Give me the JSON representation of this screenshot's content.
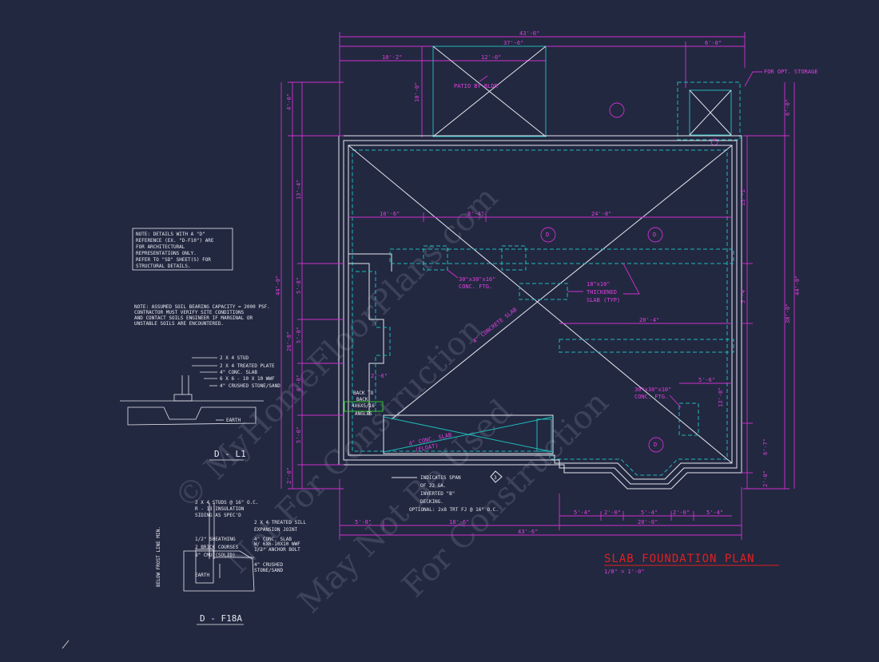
{
  "plan": {
    "title": "SLAB FOUNDATION PLAN",
    "scale": "1/8\" = 1'-0\"",
    "storage_note": "FOR OPT. STORAGE",
    "patio_label": "PATIO BY BLDR",
    "patio_depth": "10'-0\"",
    "patio_width": "12'-0\""
  },
  "dims_top": {
    "overall": "43'-6\"",
    "left_block": "37'-6\"",
    "right_block": "6'-0\"",
    "patio_offset": "10'-2\""
  },
  "dims_bottom": {
    "overall": "43'-6\"",
    "left": "5'-8\"",
    "mid": "18'-6\"",
    "right": "20'-0\"",
    "seg1": "5'-4\"",
    "seg2": "2'-0\"",
    "seg3": "5'-4\"",
    "seg4": "2'-0\"",
    "seg5": "5'-4\""
  },
  "dims_left": {
    "overall": "44'-0\"",
    "upper": "4'-0\"",
    "mid": "13'-4\"",
    "lower": "26'-8\"",
    "d1": "5'-8\"",
    "d2": "5'-0\"",
    "d3": "6'-0\"",
    "d4": "5'-0\"",
    "d5": "2'-0\""
  },
  "dims_right": {
    "overall": "44'-0\"",
    "upper": "6'-0\"",
    "lower": "38'-0\"",
    "d1": "13'-2\"",
    "d2": "5'-4\"",
    "d3": "13'-8\"",
    "d4": "6'-7\"",
    "d5": "2'-0\""
  },
  "interior_dims": {
    "a": "10'-6\"",
    "b": "8'-4\"",
    "c": "24'-8\"",
    "d": "20'-4\"",
    "e": "5'-6\"",
    "f": "2'-6\""
  },
  "callouts": {
    "ftg1": "30\"x30\"x10\"",
    "ftg1b": "CONC. FTG.",
    "ftg2": "30\"x30\"x10\"",
    "ftg2b": "CONC. FTG.",
    "thick1": "18\"x10\"",
    "thick2": "THICKENED",
    "thick3": "SLAB (TYP)",
    "slab": "4\" CONCRETE SLAB",
    "float1": "4\" CONC. SLAB",
    "float2": "(FLOAT)",
    "angles1": "BACK TO",
    "angles2": "BACK",
    "angles3": "4X6X5/16",
    "angles4": "ANGLES",
    "sec_d1": "D",
    "sec_d2": "D",
    "sec_d3": "D",
    "sec_3": "3"
  },
  "decking": {
    "l1": "INDICATES SPAN",
    "l2": "OF 22 GA.",
    "l3": "INVERTED \"B\"",
    "l4": "DECKING.",
    "l5": "OPTIONAL: 2x8 TRT FJ @ 16\" O.C."
  },
  "note1": [
    "NOTE: DETAILS WITH A \"D\"",
    "REFERENCE (EX. \"D-F10\") ARE",
    "FOR ARCHITECTURAL",
    "REPRESENTATIONS ONLY.",
    "REFER TO \"SD\" SHEET(S) FOR",
    "STRUCTURAL DETAILS."
  ],
  "note2": [
    "NOTE: ASSUMED SOIL BEARING CAPACITY = 2000 PSF.",
    "CONTRACTOR MUST VERIFY SITE CONDITIONS",
    "AND CONTACT SOILS ENGINEER IF MARGINAL OR",
    "UNSTABLE SOILS ARE ENCOUNTERED."
  ],
  "detail_l1": {
    "title": "D - L1",
    "labels": [
      "2 X 4 STUD",
      "2 X 4 TREATED PLATE",
      "4\" CONC. SLAB",
      "6 X 6 - 10 X 10 WWF",
      "4\" CRUSHED STONE/SAND",
      "EARTH"
    ]
  },
  "detail_f18a": {
    "title": "D - F18A",
    "left_labels": [
      "2 X 4 STUDS @ 16\" O.C.",
      "R - 13 INSULATION",
      "SIDING AS SPEC'D",
      "1/2\" SHEATHING",
      "2 BRICK COURSES",
      "8\" CMU (SOLID)",
      "EARTH"
    ],
    "right_labels": [
      "2 X 4 TREATED SILL",
      "EXPANSION JOINT",
      "4\" CONC. SLAB",
      "W/ 6X6-10X10 WWF",
      "1/2\" ANCHOR BOLT",
      "4\" CRUSHED",
      "STONE/SAND"
    ],
    "frost": "BELOW FROST LINE MIN."
  },
  "watermark": [
    "© MyHomeFloorPlans.com",
    "Not For Construction",
    "May Not Be Used",
    "For Construction"
  ],
  "colors": {
    "background": "#222840",
    "magenta": "#d030d0",
    "cyan": "#20b8b8",
    "white": "#e6e6ee",
    "red": "#e02020"
  }
}
